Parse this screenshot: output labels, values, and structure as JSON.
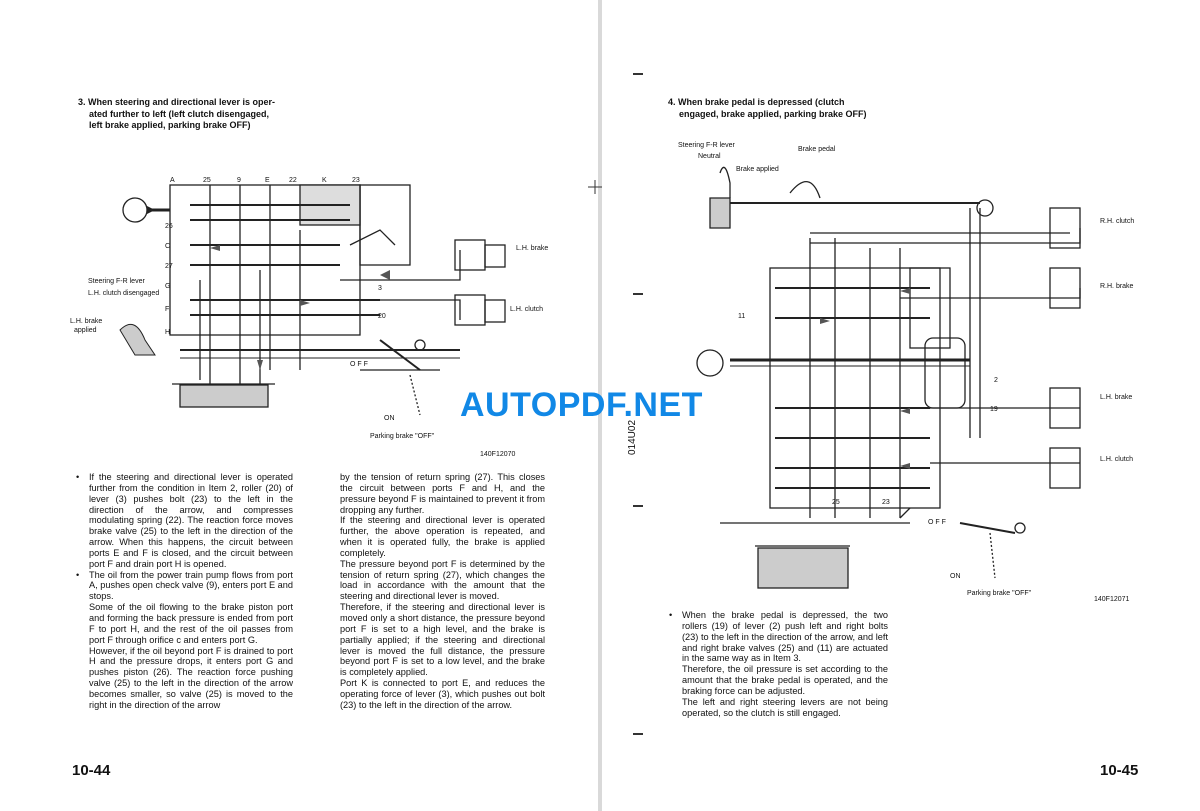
{
  "left_page": {
    "heading": [
      "3. When steering and directional lever is oper-",
      "ated further to left (left clutch disengaged,",
      "left brake applied, parking brake OFF)"
    ],
    "diagram": {
      "top_labels": [
        "A",
        "25",
        "9",
        "E",
        "22",
        "K",
        "23"
      ],
      "left_labels": [
        "26",
        "C",
        "27",
        "G",
        "F",
        "H"
      ],
      "callouts": [
        "Steering F-R lever",
        "L.H. clutch disengaged",
        "L.H. brake",
        "applied",
        "L.H. brake",
        "L.H. clutch",
        "3",
        "20",
        "O F F",
        "ON",
        "Parking brake \"OFF\""
      ],
      "figure_id": "140F12070"
    },
    "col1": [
      "If the steering and directional lever is operated further from the condition in Item 2, roller (20) of lever (3) pushes bolt (23) to the left in the direction of the arrow, and compresses modulating spring (22). The reaction force moves brake valve (25) to the left in the direction of the arrow. When this happens, the circuit between ports E and F is closed, and the circuit between port F and drain port H is opened.",
      "The oil from the power train pump flows from port A, pushes open check valve (9), enters port E and stops.",
      "Some of the oil flowing to the brake piston port and forming the back pressure is ended from port F to port H, and the rest of the oil passes from port F through orifice c and enters port G.",
      "However, if the oil beyond port F is drained to port H and the pressure drops, it enters port G and pushes piston (26). The reaction force pushing valve (25) to the left in the direction of the arrow becomes smaller, so valve (25) is moved to the right in the direction of the arrow"
    ],
    "col2": [
      "by the tension of return spring (27). This closes the circuit between ports F and H, and the pressure beyond F is maintained to prevent it from dropping any further.",
      "If the steering and directional lever is operated further, the above operation is repeated, and when it is operated fully, the brake is applied completely.",
      "The pressure beyond port F is determined by the tension of return spring (27), which changes the load in accordance with the amount that the steering and directional lever is moved.",
      "Therefore, if the steering and directional lever is moved only a short distance, the pressure beyond port F is set to a high level, and the brake is partially applied; if the steering and directional lever is moved the full distance, the pressure beyond port F is set to a low level, and the brake is completely applied.",
      "Port K is connected to port E, and reduces the operating force of lever (3), which pushes out bolt (23) to the left in the direction of the arrow."
    ],
    "page_number": "10-44"
  },
  "right_page": {
    "heading": [
      "4. When brake pedal is depressed (clutch",
      "engaged, brake applied, parking brake OFF)"
    ],
    "diagram": {
      "callouts": [
        "Steering F-R lever",
        "Neutral",
        "Brake pedal",
        "Brake applied",
        "R.H. clutch",
        "R.H. brake",
        "L.H. brake",
        "L.H. clutch",
        "11",
        "2",
        "19",
        "25",
        "23",
        "O F F",
        "ON",
        "Parking brake \"OFF\""
      ],
      "figure_id": "140F12071"
    },
    "body": [
      "When the brake pedal is depressed, the two rollers (19) of lever (2) push left and right bolts (23) to the left in the direction of the arrow, and left and right brake valves (25) and (11) are actuated in the same way as in Item 3.",
      "Therefore, the oil pressure is set according to the amount that the brake pedal is operated, and the braking force can be adjusted.",
      "The left and right steering levers are not being operated, so the clutch is still engaged."
    ],
    "page_number": "10-45",
    "margin_code": "014U02"
  },
  "watermark": "AUTOPDF.NET",
  "colors": {
    "watermark": "#1188e6",
    "ink": "#111111",
    "gutter": "#d9d9d9"
  }
}
